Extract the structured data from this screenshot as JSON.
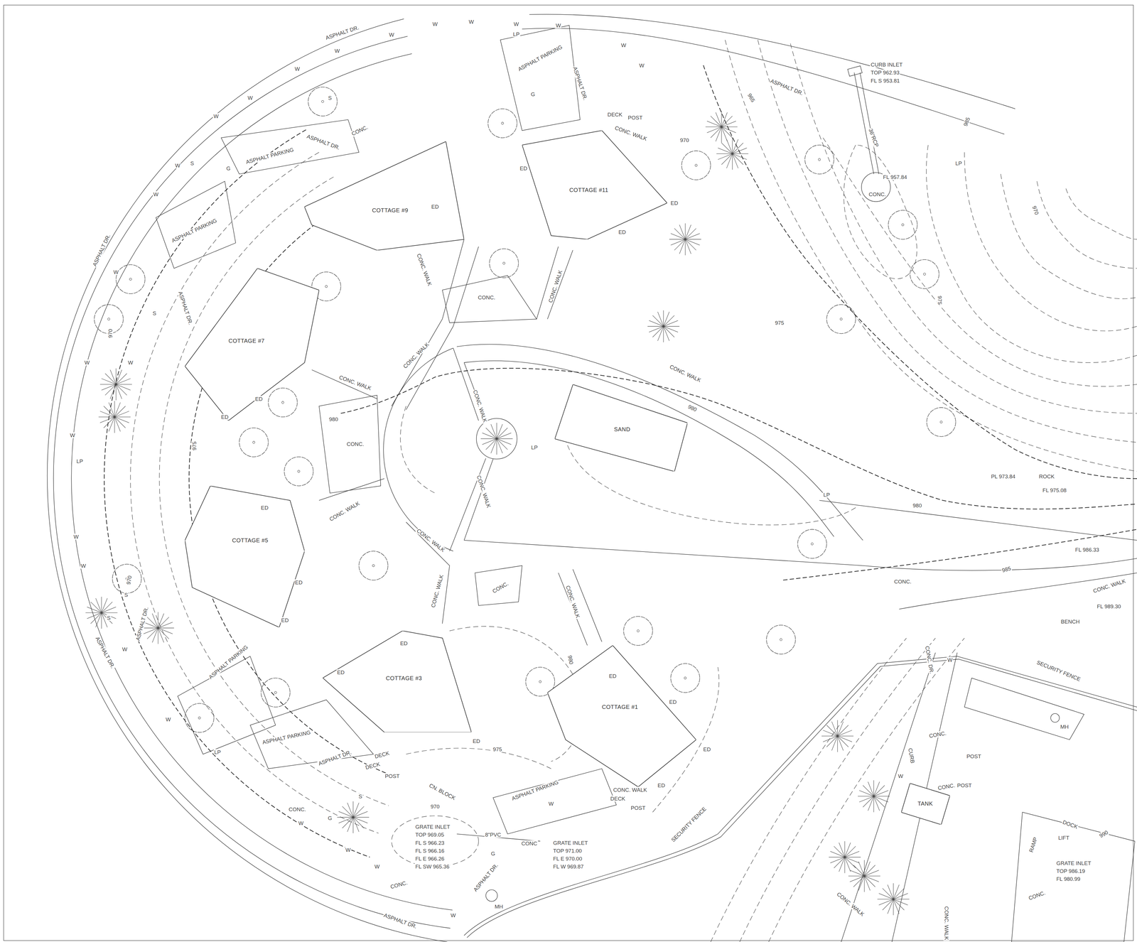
{
  "diagram": {
    "nodes": [
      {
        "text": [
          "COTTAGE #9"
        ]
      },
      {
        "text": [
          "COTTAGE #11"
        ]
      },
      {
        "text": [
          "COTTAGE #7"
        ]
      },
      {
        "text": [
          "SAND"
        ]
      },
      {
        "text": [
          "COTTAGE #5"
        ]
      },
      {
        "text": [
          "COTTAGE #3"
        ]
      },
      {
        "text": [
          "COTTAGE #1"
        ]
      },
      {
        "text": [
          "TANK"
        ]
      }
    ],
    "labels": [
      "ASPHALT DR.",
      "ASPHALT PARKING",
      "ASPHALT DR.",
      "ASPHALT DR.",
      "CURB INLET",
      "TOP 962.93",
      "FL S 953.81",
      "36\"RCP",
      "FL 957.84",
      "CONC.",
      "985",
      "LP",
      "DECK",
      "POST",
      "CONC. WALK",
      "970",
      "965",
      "ASPHALT DR.",
      "ASPHALT PARKING",
      "CONC.",
      "ASPHALT PARKING",
      "ASPHALT DR.",
      "ASPHALT DR.",
      "CONC. WALK",
      "CONC. WALK",
      "CONC.",
      "CONC. WALK",
      "CONC. WALK",
      "CONC. WALK",
      "CONC. WALK",
      "CONC.",
      "975",
      "980",
      "980",
      "LP",
      "LP",
      "CONC. WALK",
      "CONC. WALK",
      "CONC. WALK",
      "CONC. WALK",
      "CONC.",
      "CONC. WALK",
      "CONC.",
      "PL 973.84",
      "ROCK",
      "FL 975.08",
      "FL 986.33",
      "CONC. WALK",
      "FL 989.30",
      "BENCH",
      "SECURITY FENCE",
      "MH",
      "CONC. DR.",
      "ASPHALT DR.",
      "ASPHALT DR.",
      "ASPHALT PARKING",
      "ASPHALT PARKING",
      "ASPHALT DR.",
      "DECK",
      "DECK",
      "POST",
      "CN. BLOCK",
      "975",
      "ASPHALT PARKING",
      "CONC. WALK",
      "DECK",
      "POST",
      "970",
      "GRATE INLET",
      "TOP 969.05",
      "FL S 966.23",
      "FL S 966.16",
      "FL E 966.26",
      "FL SW 965.36",
      "8\"PVC",
      "CONC",
      "GRATE INLET",
      "TOP 971.00",
      "FL E 970.00",
      "FL W 969.87",
      "ASPHALT DR.",
      "SECURITY FENCE",
      "CONC.",
      "CONC.",
      "ASPHALT DR.",
      "MH",
      "CONC. WALK",
      "CURB",
      "CONC.",
      "CONC.",
      "POST",
      "POST",
      "CONC. WALK",
      "DOCK",
      "LIFT",
      "RAMP",
      "GRATE INLET",
      "TOP 986.19",
      "FL 980.99",
      "CONC.",
      "985",
      "990",
      "975",
      "975",
      "970",
      "970",
      "970",
      "980",
      "980",
      "LP",
      "LP",
      "LP",
      "ED",
      "ED",
      "ED",
      "ED",
      "ED",
      "ED",
      "ED",
      "ED",
      "ED",
      "ED",
      "ED",
      "ED",
      "ED",
      "ED",
      "ED",
      "ED",
      "W",
      "W",
      "W",
      "W",
      "W",
      "W",
      "W",
      "W",
      "W",
      "W",
      "W",
      "W",
      "W",
      "W",
      "W",
      "W",
      "W",
      "W",
      "W",
      "W",
      "W",
      "W",
      "W",
      "W",
      "W",
      "W",
      "W",
      "W",
      "G",
      "G",
      "G",
      "G",
      "S",
      "S",
      "S",
      "S",
      "S",
      "S"
    ]
  }
}
